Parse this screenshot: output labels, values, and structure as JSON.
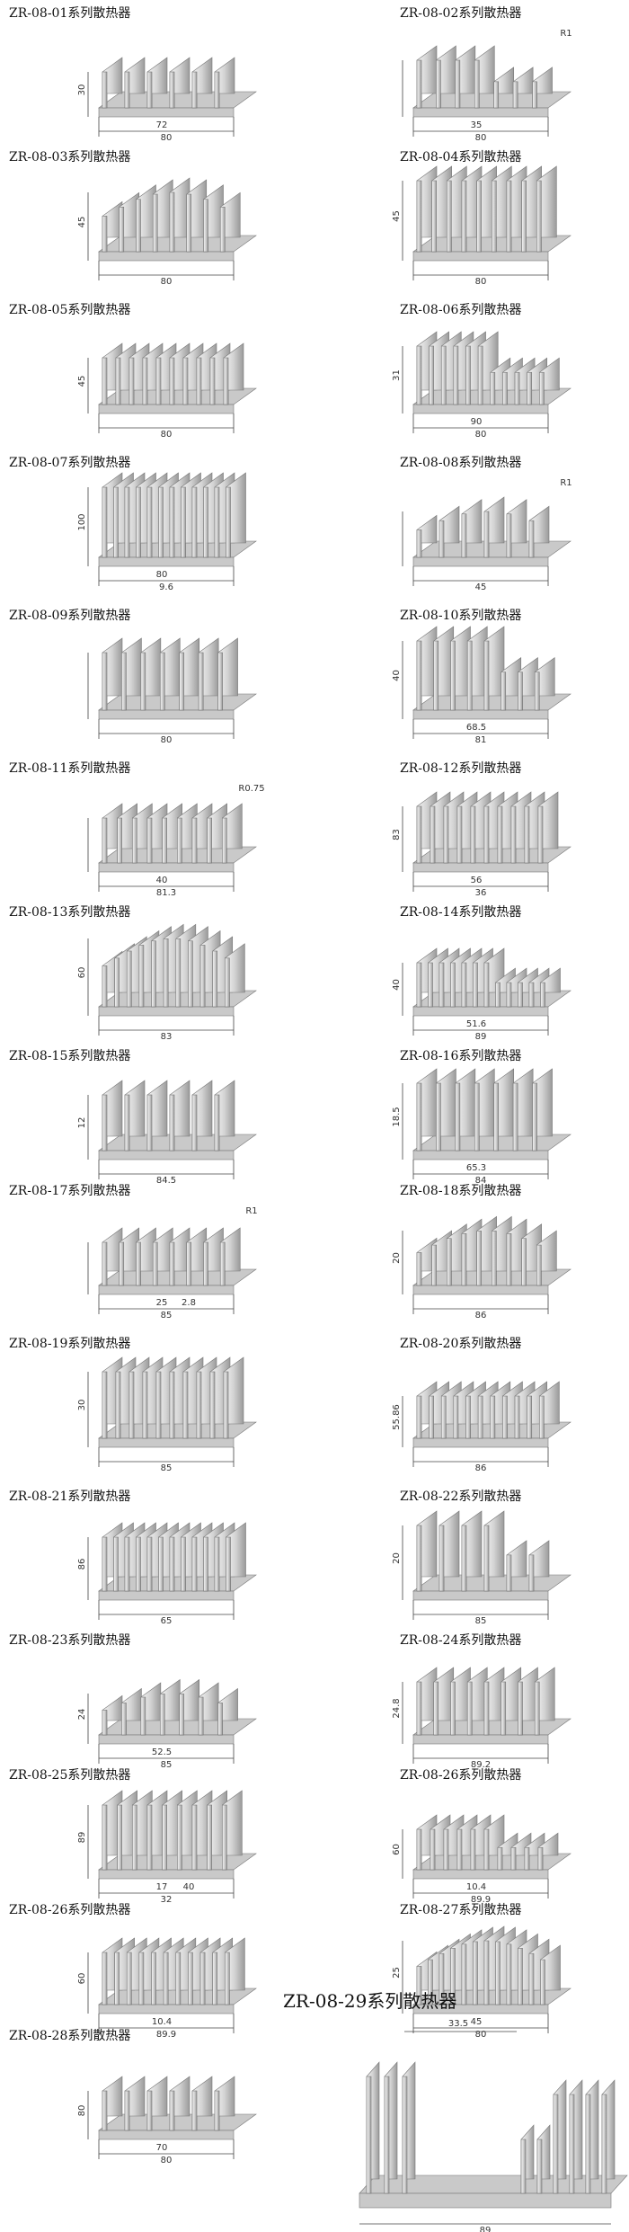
{
  "title": "ZR-08-29系列散热器",
  "items": [
    {
      "label": "ZR-08-01系列散热器",
      "dims": [
        "30",
        "72",
        "80"
      ]
    },
    {
      "label": "ZR-08-02系列散热器",
      "dims": [
        "R1",
        "35",
        "80"
      ]
    },
    {
      "label": "ZR-08-03系列散热器",
      "dims": [
        "45",
        "80"
      ]
    },
    {
      "label": "ZR-08-04系列散热器",
      "dims": [
        "45",
        "80"
      ]
    },
    {
      "label": "ZR-08-05系列散热器",
      "dims": [
        "45",
        "80"
      ]
    },
    {
      "label": "ZR-08-06系列散热器",
      "dims": [
        "31",
        "90",
        "80"
      ]
    },
    {
      "label": "ZR-08-07系列散热器",
      "dims": [
        "100",
        "80",
        "9.6"
      ]
    },
    {
      "label": "ZR-08-08系列散热器",
      "dims": [
        "R1",
        "45"
      ]
    },
    {
      "label": "ZR-08-09系列散热器",
      "dims": [
        "80"
      ]
    },
    {
      "label": "ZR-08-10系列散热器",
      "dims": [
        "40",
        "68.5",
        "81"
      ]
    },
    {
      "label": "ZR-08-11系列散热器",
      "dims": [
        "R0.75",
        "40",
        "81.3"
      ]
    },
    {
      "label": "ZR-08-12系列散热器",
      "dims": [
        "83",
        "56",
        "36"
      ]
    },
    {
      "label": "ZR-08-13系列散热器",
      "dims": [
        "60",
        "83"
      ]
    },
    {
      "label": "ZR-08-14系列散热器",
      "dims": [
        "40",
        "51.6",
        "89"
      ]
    },
    {
      "label": "ZR-08-15系列散热器",
      "dims": [
        "12",
        "84.5"
      ]
    },
    {
      "label": "ZR-08-16系列散热器",
      "dims": [
        "18.5",
        "65.3",
        "84"
      ]
    },
    {
      "label": "ZR-08-17系列散热器",
      "dims": [
        "R1",
        "25",
        "2.8",
        "85"
      ]
    },
    {
      "label": "ZR-08-18系列散热器",
      "dims": [
        "20",
        "86"
      ]
    },
    {
      "label": "ZR-08-19系列散热器",
      "dims": [
        "30",
        "85"
      ]
    },
    {
      "label": "ZR-08-20系列散热器",
      "dims": [
        "55.86",
        "86"
      ]
    },
    {
      "label": "ZR-08-21系列散热器",
      "dims": [
        "86",
        "65"
      ]
    },
    {
      "label": "ZR-08-22系列散热器",
      "dims": [
        "20",
        "85"
      ]
    },
    {
      "label": "ZR-08-23系列散热器",
      "dims": [
        "24",
        "52.5",
        "85"
      ]
    },
    {
      "label": "ZR-08-24系列散热器",
      "dims": [
        "24.8",
        "89.2"
      ]
    },
    {
      "label": "ZR-08-25系列散热器",
      "dims": [
        "89",
        "17",
        "40",
        "32"
      ]
    },
    {
      "label": "ZR-08-26系列散热器",
      "dims": [
        "60",
        "10.4",
        "89.9"
      ]
    },
    {
      "label": "ZR-08-26系列散热器",
      "dims": [
        "60",
        "10.4",
        "89.9"
      ]
    },
    {
      "label": "ZR-08-27系列散热器",
      "dims": [
        "25",
        "45",
        "80"
      ]
    },
    {
      "label": "ZR-08-28系列散热器",
      "dims": [
        "80",
        "70",
        "80"
      ]
    }
  ],
  "big": {
    "dims": [
      "33.5",
      "89"
    ]
  }
}
